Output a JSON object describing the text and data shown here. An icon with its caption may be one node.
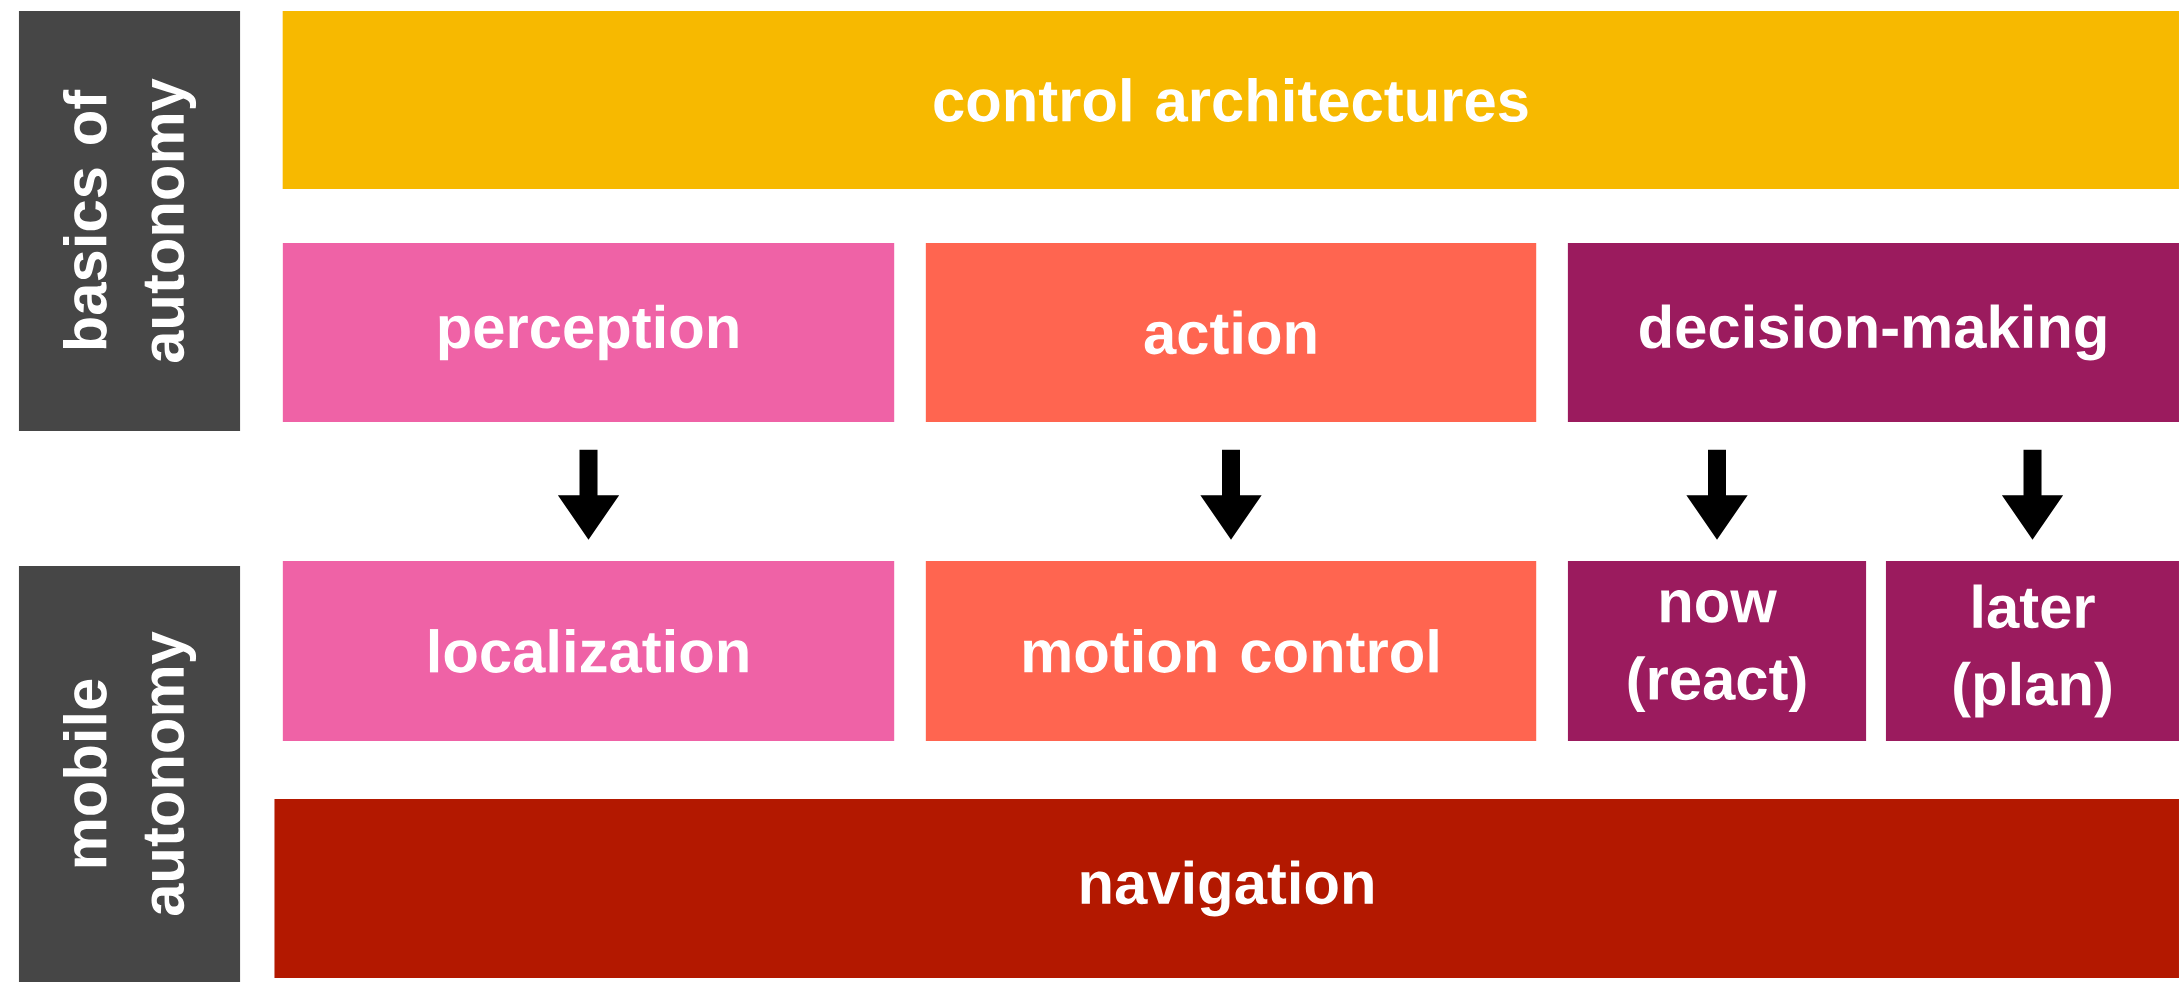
{
  "diagram": {
    "nodes": [
      {
        "text": [
          "basics of autonomy"
        ]
      },
      {
        "text": [
          "control architectures"
        ]
      },
      {
        "text": [
          "perception"
        ]
      },
      {
        "text": [
          "action"
        ]
      },
      {
        "text": [
          "decision-making"
        ]
      },
      {
        "text": [
          "mobile autonomy"
        ]
      },
      {
        "text": [
          "localization"
        ]
      },
      {
        "text": [
          "motion control"
        ]
      },
      {
        "text": [
          "now (react)"
        ]
      },
      {
        "text": [
          "later (plan)"
        ]
      },
      {
        "text": [
          "navigation"
        ]
      }
    ],
    "edges": [
      {
        "from": 2,
        "to": 6,
        "arrow": "to"
      },
      {
        "from": 3,
        "to": 7,
        "arrow": "to"
      },
      {
        "from": 4,
        "to": 8,
        "arrow": "to"
      },
      {
        "from": 4,
        "to": 9,
        "arrow": "to"
      }
    ]
  }
}
